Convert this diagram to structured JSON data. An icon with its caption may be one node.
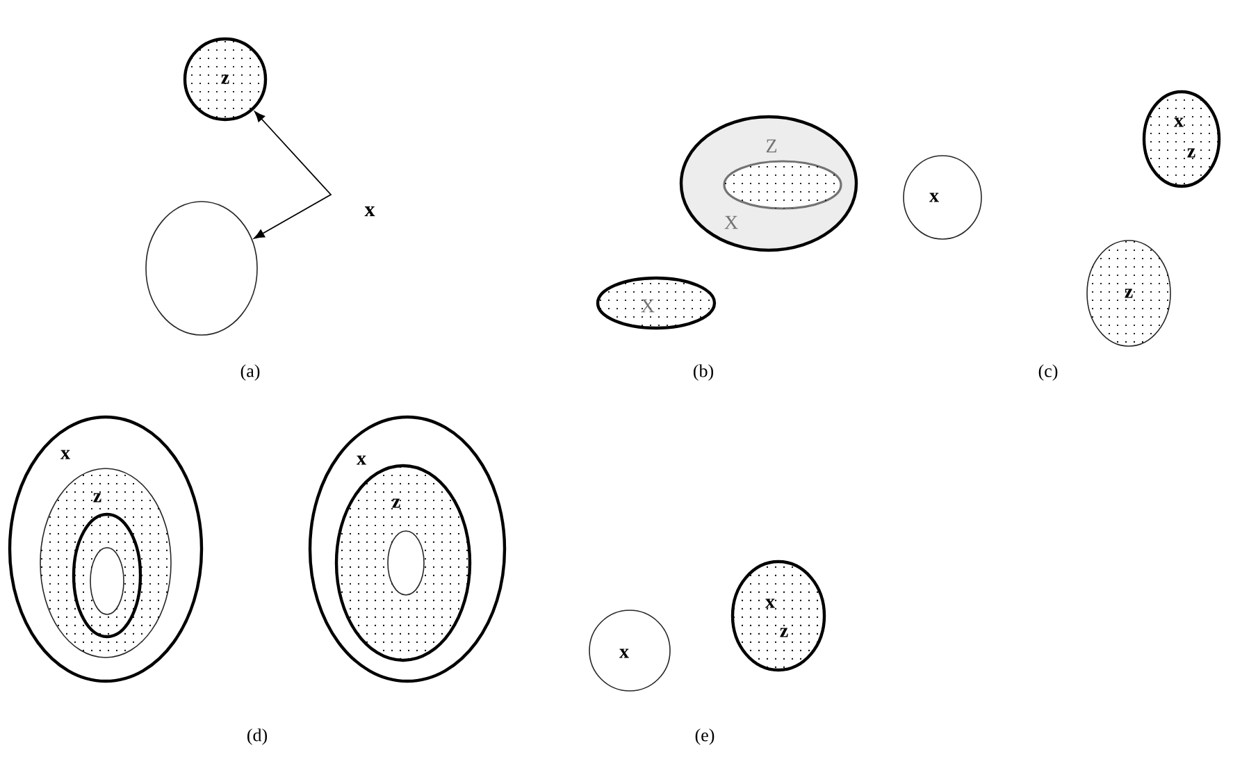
{
  "diagram": {
    "nodes": [
      {
        "text": [
          "z"
        ]
      },
      {
        "text": [],
        "shape": "circle"
      },
      {
        "text": [
          "Z",
          "X"
        ]
      },
      {
        "text": [],
        "shape": "circle",
        "in": 2
      },
      {
        "text": [
          "x"
        ]
      },
      {
        "text": [
          "X"
        ]
      },
      {
        "text": [
          "x",
          "z"
        ]
      },
      {
        "text": [
          "z"
        ]
      },
      {
        "text": [
          "x"
        ]
      },
      {
        "text": [
          "z"
        ],
        "in": 8
      },
      {
        "text": [],
        "shape": "circle",
        "in": 9
      },
      {
        "text": [],
        "shape": "circle",
        "in": 10
      },
      {
        "text": [
          "x"
        ]
      },
      {
        "text": [
          "z"
        ],
        "in": 12
      },
      {
        "text": [],
        "shape": "circle",
        "in": 13
      },
      {
        "text": [
          "x"
        ]
      },
      {
        "text": [
          "x",
          "z"
        ]
      }
    ],
    "edges": [
      {
        "from": 0,
        "to": 1,
        "arrow": "both",
        "label": "x"
      }
    ],
    "labels": [
      "(a)",
      "(b)",
      "(c)",
      "(d)",
      "(e)"
    ]
  }
}
